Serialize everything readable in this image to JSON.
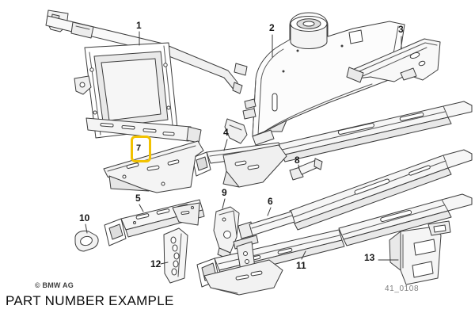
{
  "diagram": {
    "caption": "PART NUMBER EXAMPLE",
    "copyright": "© BMW AG",
    "drawing_number": "41_0108",
    "highlight_color": "#F2C200",
    "highlighted_part_label": "7",
    "labels": [
      {
        "text": "1"
      },
      {
        "text": "2"
      },
      {
        "text": "3"
      },
      {
        "text": "4"
      },
      {
        "text": "5"
      },
      {
        "text": "6"
      },
      {
        "text": "7",
        "highlighted": true
      },
      {
        "text": "8"
      },
      {
        "text": "9"
      },
      {
        "text": "10"
      },
      {
        "text": "11"
      },
      {
        "text": "12"
      },
      {
        "text": "13"
      }
    ]
  }
}
